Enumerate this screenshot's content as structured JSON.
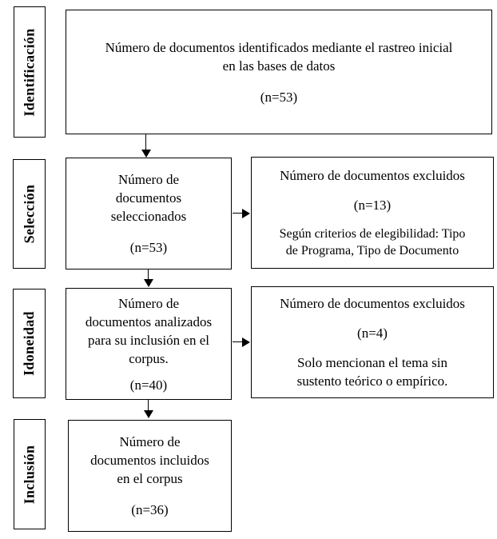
{
  "stages": [
    {
      "label": "Identificación"
    },
    {
      "label": "Selección"
    },
    {
      "label": "Idoneidad"
    },
    {
      "label": "Inclusión"
    }
  ],
  "boxes": {
    "identified": {
      "lines": [
        "Número de documentos identificados mediante el rastreo inicial",
        "en las bases de datos"
      ],
      "count": "(n=53)"
    },
    "selected": {
      "lines": [
        "Número de",
        "documentos",
        "seleccionados"
      ],
      "count": "(n=53)"
    },
    "excluded_selection": {
      "title": "Número de documentos excluidos",
      "count": "(n=13)",
      "reason_lines": [
        "Según criterios de elegibilidad: Tipo",
        "de Programa, Tipo de Documento"
      ]
    },
    "analyzed": {
      "lines": [
        "Número de",
        "documentos analizados",
        "para su inclusión en el",
        "corpus."
      ],
      "count": "(n=40)"
    },
    "excluded_eligibility": {
      "title": "Número de documentos excluidos",
      "count": "(n=4)",
      "reason_lines": [
        "Solo mencionan el tema sin",
        "sustento teórico o empírico."
      ]
    },
    "included": {
      "lines": [
        "Número de",
        "documentos incluidos",
        "en el corpus"
      ],
      "count": "(n=36)"
    }
  },
  "colors": {
    "border": "#000000",
    "text": "#000000",
    "background": "#ffffff"
  }
}
